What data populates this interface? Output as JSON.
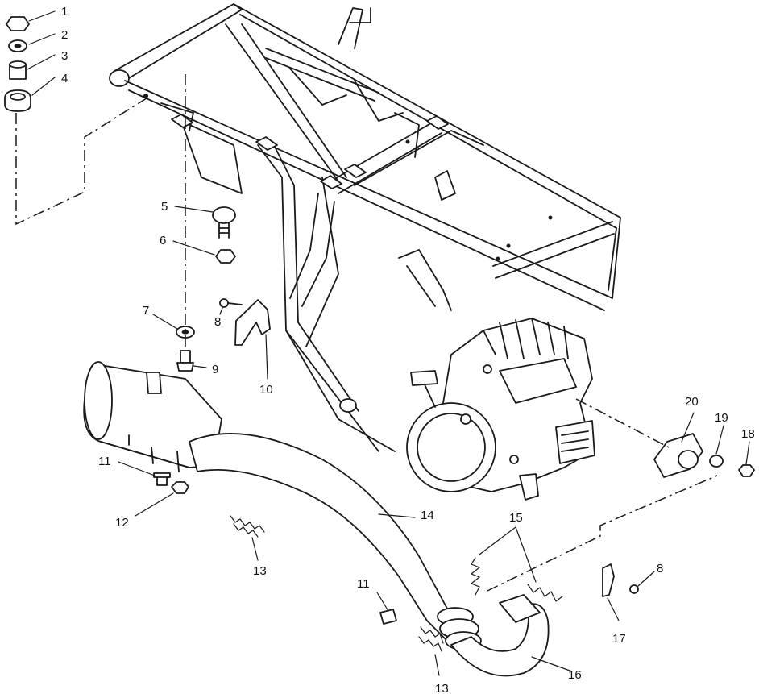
{
  "callouts": [
    {
      "id": "c1",
      "text": "1"
    },
    {
      "id": "c2",
      "text": "2"
    },
    {
      "id": "c3",
      "text": "3"
    },
    {
      "id": "c4",
      "text": "4"
    },
    {
      "id": "c5",
      "text": "5"
    },
    {
      "id": "c6",
      "text": "6"
    },
    {
      "id": "c7",
      "text": "7"
    },
    {
      "id": "c8a",
      "text": "8"
    },
    {
      "id": "c9",
      "text": "9"
    },
    {
      "id": "c10",
      "text": "10"
    },
    {
      "id": "c11a",
      "text": "11"
    },
    {
      "id": "c12",
      "text": "12"
    },
    {
      "id": "c13a",
      "text": "13"
    },
    {
      "id": "c14",
      "text": "14"
    },
    {
      "id": "c11b",
      "text": "11"
    },
    {
      "id": "c13b",
      "text": "13"
    },
    {
      "id": "c15",
      "text": "15"
    },
    {
      "id": "c16",
      "text": "16"
    },
    {
      "id": "c17",
      "text": "17"
    },
    {
      "id": "c8b",
      "text": "8"
    },
    {
      "id": "c20",
      "text": "20"
    },
    {
      "id": "c19",
      "text": "19"
    },
    {
      "id": "c18",
      "text": "18"
    }
  ]
}
